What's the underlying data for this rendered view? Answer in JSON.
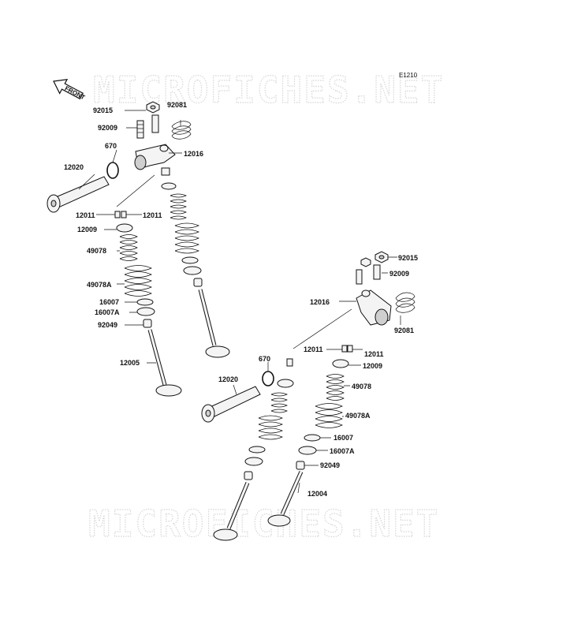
{
  "diagram": {
    "code": "E1210",
    "front_label": "FRONT",
    "watermark": "MICROFICHES.NET",
    "part_labels": {
      "p92015_a": "92015",
      "p92081_a": "92081",
      "p92009_a": "92009",
      "p670_a": "670",
      "p12016_a": "12016",
      "p12020_a": "12020",
      "p12011_a1": "12011",
      "p12011_a2": "12011",
      "p12009_a": "12009",
      "p49078_a": "49078",
      "p49078A_a": "49078A",
      "p16007_a": "16007",
      "p16007A_a": "16007A",
      "p92049_a": "92049",
      "p12005": "12005",
      "p92015_b": "92015",
      "p92009_b": "92009",
      "p12016_b": "12016",
      "p92081_b": "92081",
      "p12011_b1": "12011",
      "p12011_b2": "12011",
      "p670_b": "670",
      "p12009_b": "12009",
      "p49078_b": "49078",
      "p12020_b": "12020",
      "p49078A_b": "49078A",
      "p16007_b": "16007",
      "p16007A_b": "16007A",
      "p92049_b": "92049",
      "p12004": "12004"
    }
  }
}
